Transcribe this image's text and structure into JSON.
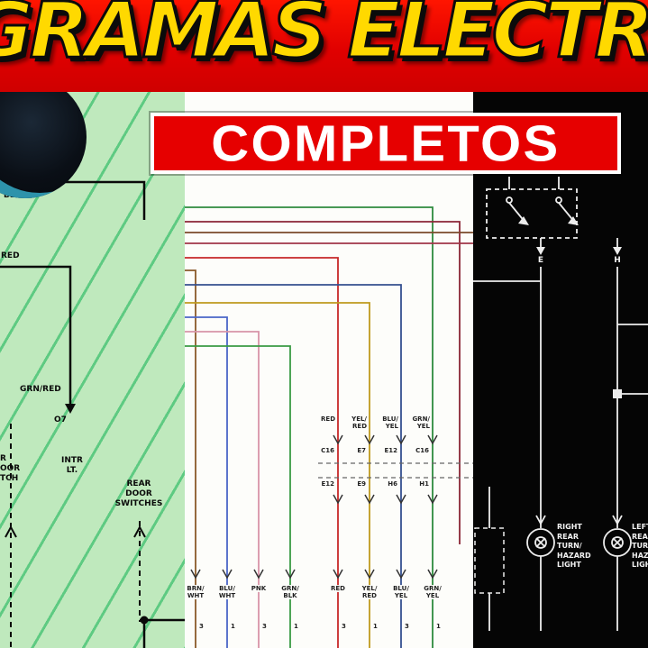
{
  "colors": {
    "banner_red": "#e60000",
    "title_yellow": "#ffd900",
    "subtitle_text": "#ffffff",
    "panel_green": "#bfe9bd",
    "panel_white": "#fdfdfa",
    "panel_black": "#050505",
    "wire_red": "#c62828",
    "wire_yellow": "#bf9a1e",
    "wire_blue": "#35508f",
    "wire_green": "#2e8b3e",
    "wire_maroon": "#8b2636",
    "wire_brown": "#8a5a2a",
    "wire_pink": "#d894a8"
  },
  "header": {
    "title": "GRAMAS ELECTRIC",
    "subtitle": "COMPLETOS"
  },
  "left_panel": {
    "blu": "BLU",
    "red": "RED",
    "grn_red": "GRN/RED",
    "o7": "O7",
    "intr_lt": "INTR\nLT.",
    "edge_fragment": "R\nOOR\nTCH",
    "rear_door_switches": "REAR\nDOOR\nSWITCHES"
  },
  "middle_panel": {
    "mid_labels": [
      "RED",
      "YEL/\nRED",
      "BLU/\nYEL",
      "GRN/\nYEL"
    ],
    "conn_row1": [
      "C16",
      "E7",
      "E12",
      "C16"
    ],
    "conn_row2": [
      "E12",
      "E9",
      "H6",
      "H1"
    ],
    "bottom_labels": [
      "BRN/\nWHT",
      "BLU/\nWHT",
      "PNK",
      "GRN/\nBLK",
      "RED",
      "YEL/\nRED",
      "BLU/\nYEL",
      "GRN/\nYEL"
    ],
    "pin_numbers": [
      "3",
      "1",
      "3",
      "1",
      "3",
      "1",
      "3",
      "1"
    ]
  },
  "right_panel": {
    "terminal_e": "E",
    "terminal_h": "H",
    "right_light": "RIGHT\nREAR\nTURN/\nHAZARD\nLIGHT",
    "left_light": "LEFT\nREAR\nTURN/\nHAZARD\nLIGHT"
  }
}
